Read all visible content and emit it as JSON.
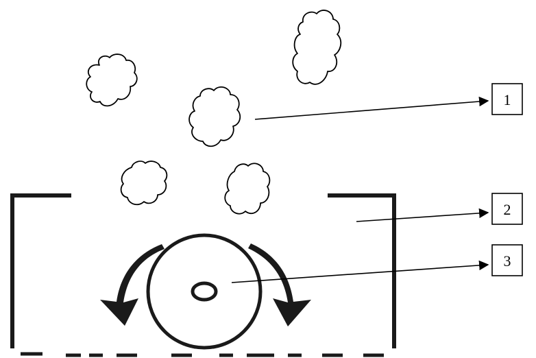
{
  "labels": [
    {
      "id": "1",
      "text": "1"
    },
    {
      "id": "2",
      "text": "2"
    },
    {
      "id": "3",
      "text": "3"
    }
  ],
  "colors": {
    "stroke": "#000000",
    "container": "#1a1a1a",
    "background": "#ffffff"
  }
}
